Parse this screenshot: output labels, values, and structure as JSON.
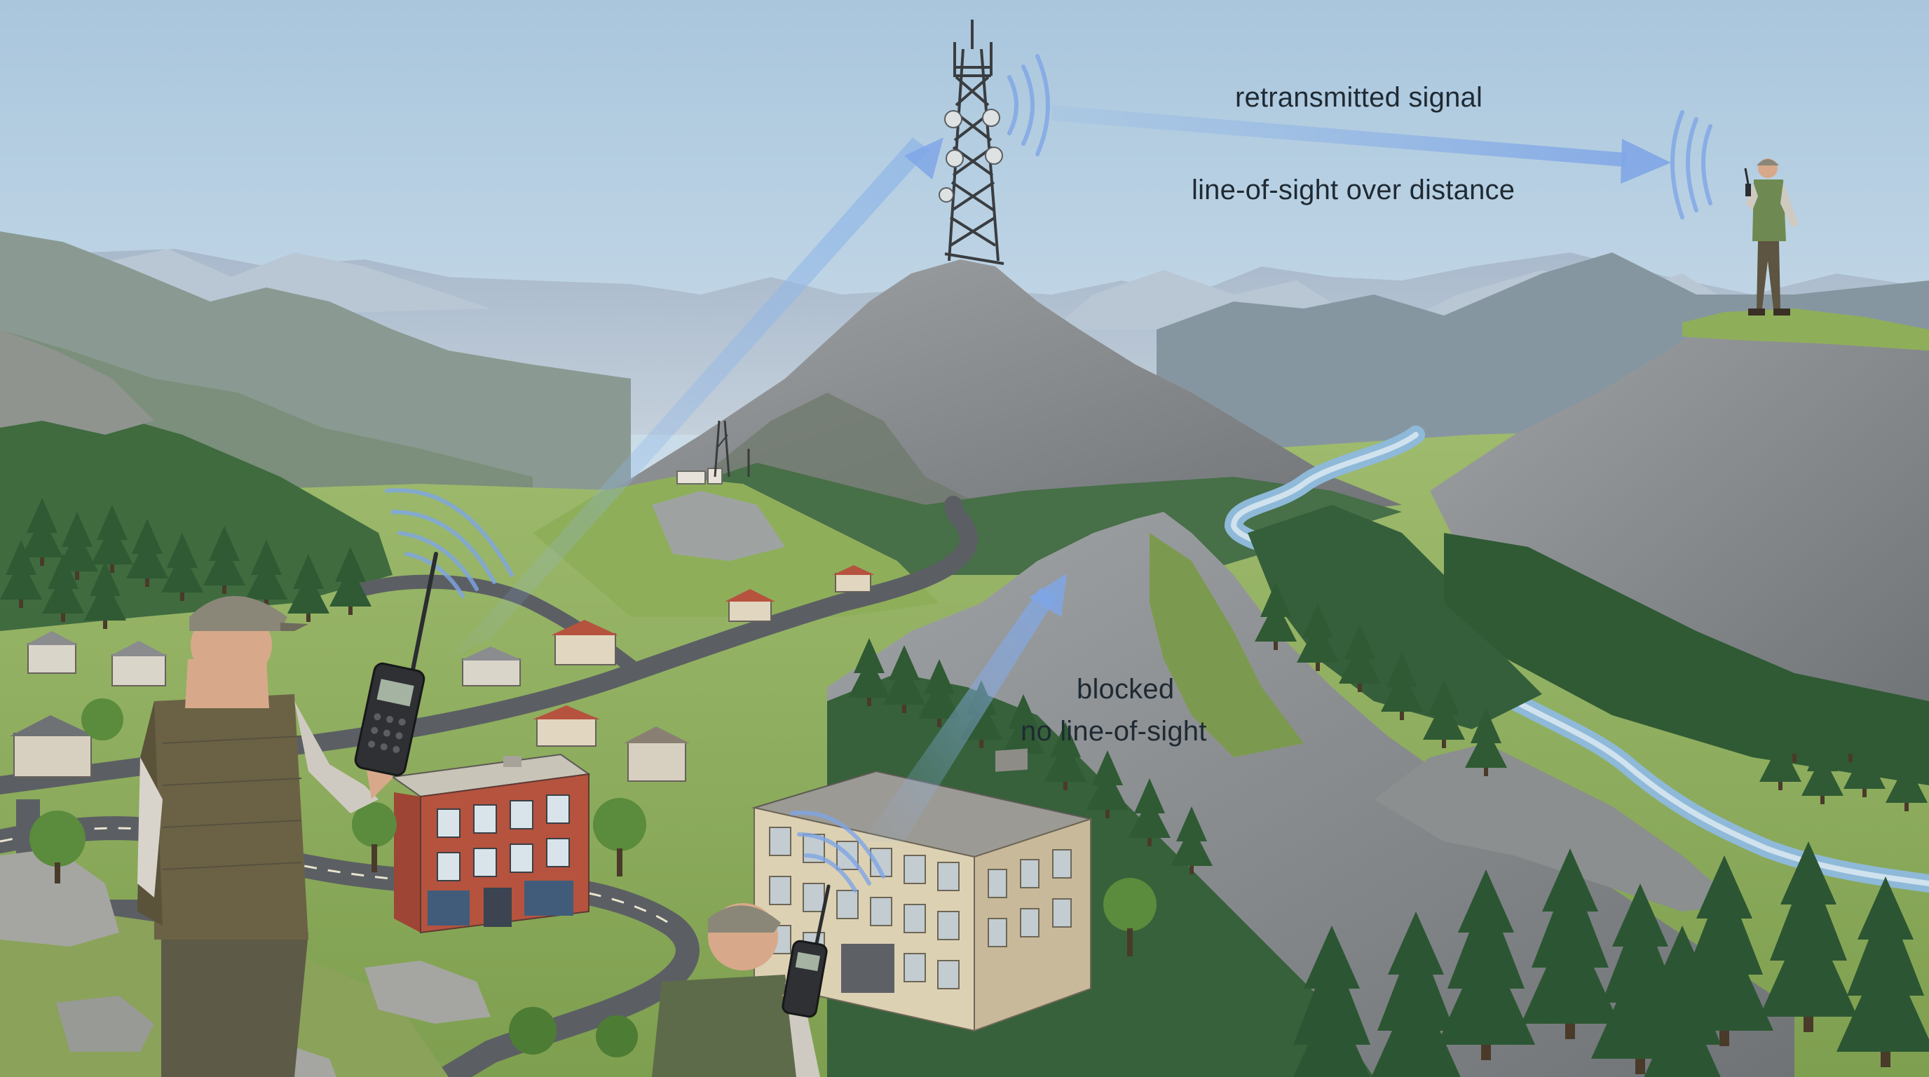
{
  "labels": {
    "retransmitted": "retransmitted signal",
    "line_of_sight": "line-of-sight over distance",
    "blocked": "blocked",
    "no_line_of_sight": "no line-of-sight"
  },
  "colors": {
    "sky_top": "#a9c6dd",
    "sky_bottom": "#e9eff2",
    "signal_beam": "#8fb6e8",
    "signal_wave": "#7fa6e6",
    "far_mountain": "#9fb2c6",
    "mid_mountain": "#7f8f86",
    "rock": "#8a8f93",
    "grass": "#8fae5a",
    "forest": "#2f5a34",
    "river": "#8fb9d8",
    "road": "#5b5f63",
    "brick": "#b5533f",
    "office": "#d8ccb0",
    "vest": "#6b6246",
    "cap": "#8a8778"
  },
  "icons": {
    "tower": "repeater-tower-icon",
    "radio": "handheld-radio-icon",
    "wave": "radio-wave-icon",
    "person": "person-icon"
  }
}
